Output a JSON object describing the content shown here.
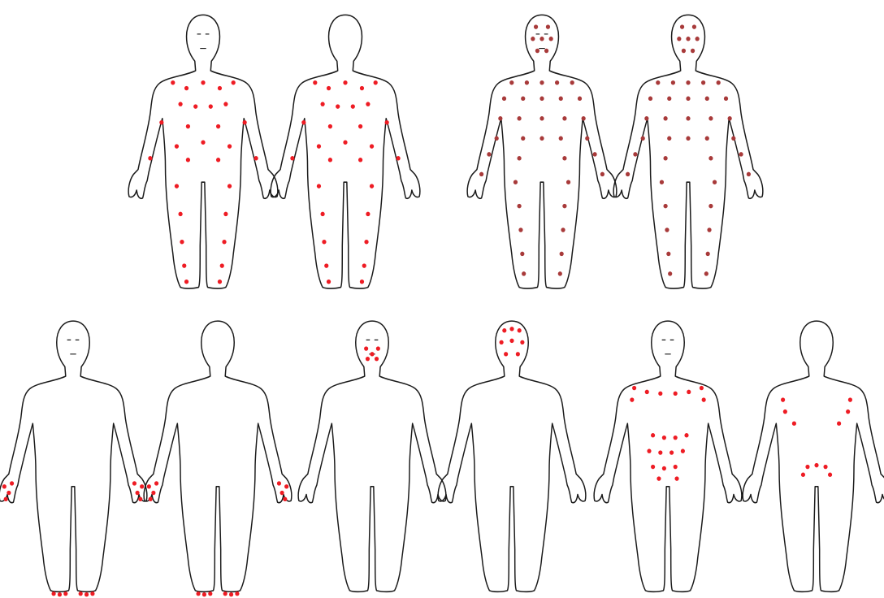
{
  "colors": {
    "outline": "#1a1a1a",
    "dot_bright_red": "#ee1c24",
    "dot_dark_red": "#a83a3a",
    "background": "#ffffff"
  },
  "icons": [
    "human-body-front-outline",
    "human-body-back-outline"
  ],
  "rows": [
    {
      "figures": [
        {
          "view": "front",
          "dot_color": "dot_bright_red",
          "pattern": "scattered-whole-body"
        },
        {
          "view": "back",
          "dot_color": "dot_bright_red",
          "pattern": "scattered-whole-body"
        },
        {
          "view": "front",
          "dot_color": "dot_dark_red",
          "pattern": "dense-whole-body-including-head"
        },
        {
          "view": "back",
          "dot_color": "dot_dark_red",
          "pattern": "dense-whole-body-including-head"
        }
      ]
    },
    {
      "figures": [
        {
          "view": "front",
          "dot_color": "dot_bright_red",
          "pattern": "hands-and-feet"
        },
        {
          "view": "back",
          "dot_color": "dot_bright_red",
          "pattern": "hands-and-feet"
        },
        {
          "view": "front",
          "dot_color": "dot_bright_red",
          "pattern": "face"
        },
        {
          "view": "back",
          "dot_color": "dot_bright_red",
          "pattern": "back-of-head"
        },
        {
          "view": "front",
          "dot_color": "dot_bright_red",
          "pattern": "chest-and-groin"
        },
        {
          "view": "back",
          "dot_color": "dot_bright_red",
          "pattern": "upper-back-and-buttocks"
        }
      ]
    }
  ]
}
